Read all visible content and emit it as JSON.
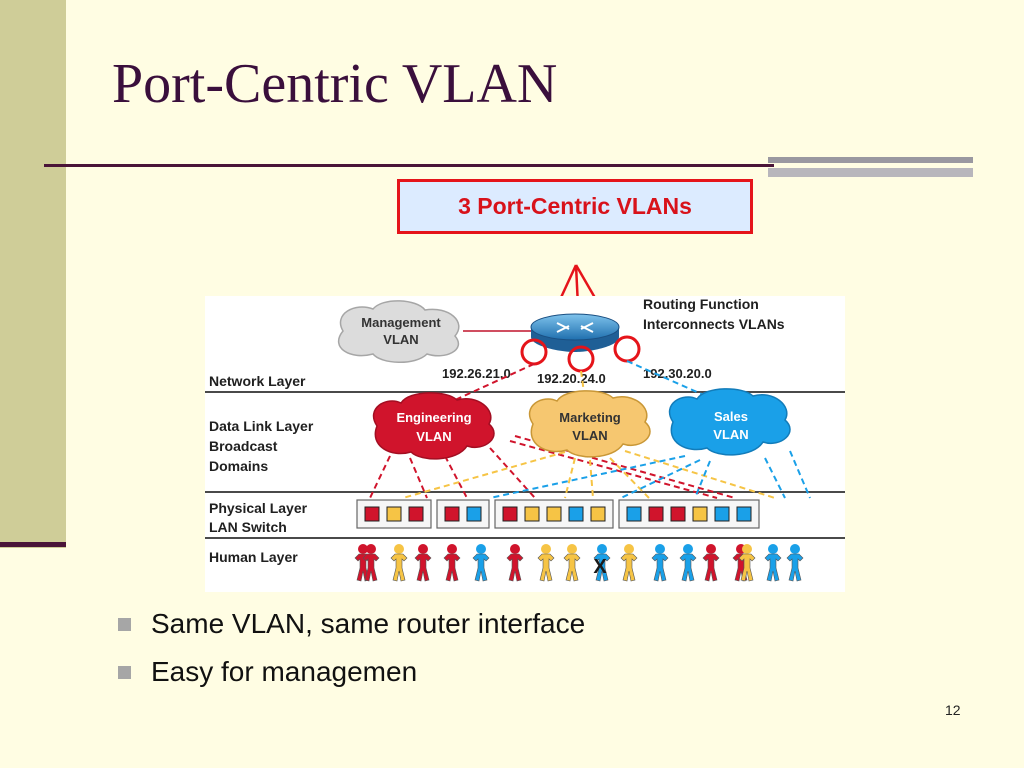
{
  "slide": {
    "title": "Port-Centric VLAN",
    "callout": "3 Port-Centric VLANs",
    "bullets": [
      "Same VLAN, same router interface",
      "Easy for managemen"
    ],
    "page_number": "12"
  },
  "diagram": {
    "layers": [
      "Network Layer",
      "Data Link Layer",
      "Broadcast",
      "Domains",
      "Physical Layer",
      "LAN Switch",
      "Human Layer"
    ],
    "router_label": [
      "Routing Function",
      "Interconnects VLANs"
    ],
    "clouds": {
      "management": [
        "Management",
        "VLAN"
      ],
      "engineering": [
        "Engineering",
        "VLAN"
      ],
      "marketing": [
        "Marketing",
        "VLAN"
      ],
      "sales": [
        "Sales",
        "VLAN"
      ]
    },
    "subnets": [
      "192.26.21.0",
      "192.20.24.0",
      "192.30.20.0"
    ],
    "switch_ports": [
      [
        "red",
        "yellow",
        "red"
      ],
      [
        "red",
        "blue"
      ],
      [
        "red",
        "yellow",
        "yellow",
        "blue",
        "yellow"
      ],
      [
        "blue",
        "red",
        "red",
        "yellow",
        "blue",
        "blue"
      ]
    ],
    "people": [
      "red",
      "red",
      "yellow",
      "red",
      "red",
      "blue",
      "red",
      "yellow",
      "yellow",
      "blue",
      "yellow",
      "blue",
      "blue",
      "red",
      "red",
      "yellow",
      "blue",
      "blue"
    ],
    "crossed_person_mark": "X",
    "colors": {
      "red": "#d0142c",
      "yellow": "#f6c445",
      "blue": "#1aa0e8",
      "accent": "#e5141a",
      "title": "#3a0f3c"
    }
  }
}
